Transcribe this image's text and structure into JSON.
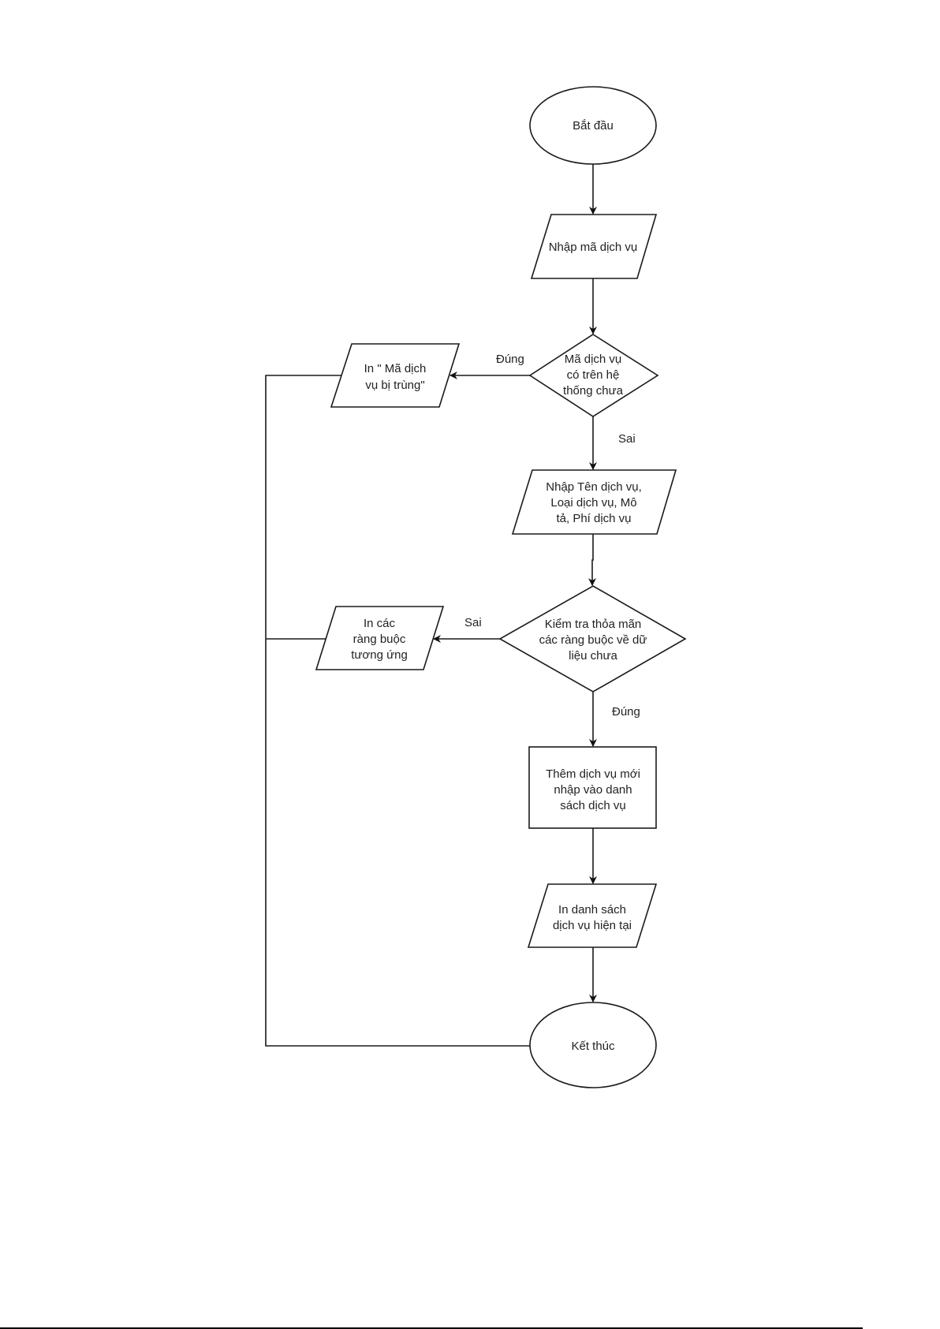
{
  "diagram": {
    "type": "flowchart",
    "nodes": {
      "start": {
        "kind": "terminator",
        "lines": [
          "Bắt đầu"
        ]
      },
      "input_code": {
        "kind": "input-output",
        "lines": [
          "Nhập mã dịch vụ"
        ]
      },
      "check_exists": {
        "kind": "decision",
        "lines": [
          "Mã dịch vụ",
          "có trên hệ",
          "thống chưa"
        ]
      },
      "print_duplicate": {
        "kind": "input-output",
        "lines": [
          "In \" Mã dịch",
          "vụ bị trùng\""
        ]
      },
      "input_details": {
        "kind": "input-output",
        "lines": [
          "Nhập Tên dịch vụ,",
          "Loại dịch vụ, Mô",
          "tả, Phí dịch vụ"
        ]
      },
      "check_constraints": {
        "kind": "decision",
        "lines": [
          "Kiểm tra thỏa mãn",
          "các ràng buộc về dữ",
          "liệu chưa"
        ]
      },
      "print_constraints": {
        "kind": "input-output",
        "lines": [
          "In các",
          "ràng buộc",
          "tương ứng"
        ]
      },
      "add_service": {
        "kind": "process",
        "lines": [
          "Thêm dịch vụ mới",
          "nhập vào danh",
          "sách dịch vụ"
        ]
      },
      "print_list": {
        "kind": "input-output",
        "lines": [
          "In danh sách",
          "dịch vụ hiện tại"
        ]
      },
      "end": {
        "kind": "terminator",
        "lines": [
          "Kết thúc"
        ]
      }
    },
    "edges": [
      {
        "from": "start",
        "to": "input_code",
        "label": ""
      },
      {
        "from": "input_code",
        "to": "check_exists",
        "label": ""
      },
      {
        "from": "check_exists",
        "to": "print_duplicate",
        "label": "Đúng"
      },
      {
        "from": "check_exists",
        "to": "input_details",
        "label": "Sai"
      },
      {
        "from": "input_details",
        "to": "check_constraints",
        "label": ""
      },
      {
        "from": "check_constraints",
        "to": "print_constraints",
        "label": "Sai"
      },
      {
        "from": "check_constraints",
        "to": "add_service",
        "label": "Đúng"
      },
      {
        "from": "add_service",
        "to": "print_list",
        "label": ""
      },
      {
        "from": "print_list",
        "to": "end",
        "label": ""
      },
      {
        "from": "print_duplicate",
        "to": "end",
        "label": ""
      },
      {
        "from": "print_constraints",
        "to": "end",
        "label": ""
      }
    ],
    "labels": {
      "yes_1": "Đúng",
      "no_1": "Sai",
      "no_2": "Sai",
      "yes_2": "Đúng"
    }
  }
}
